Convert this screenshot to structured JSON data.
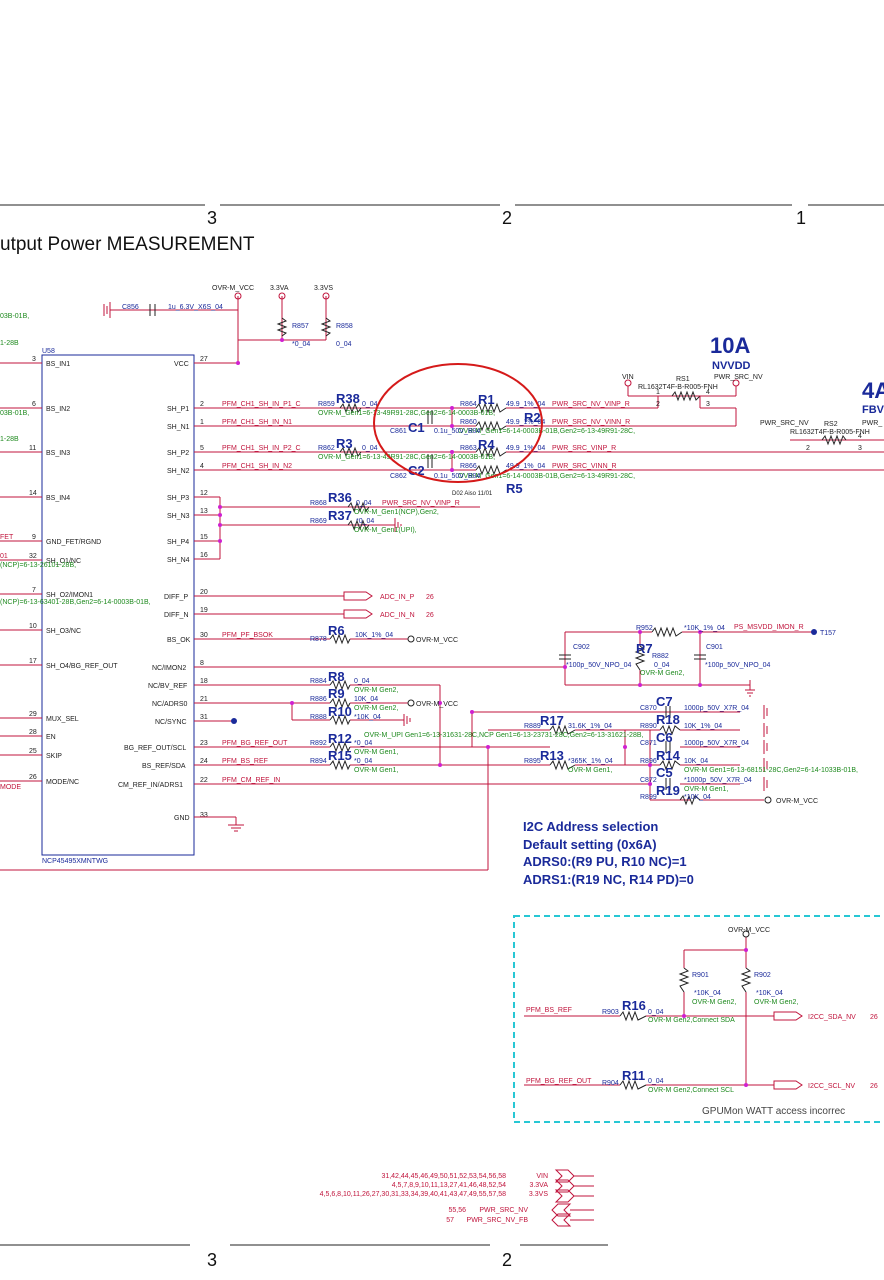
{
  "frame": {
    "zones_top": [
      "3",
      "2",
      "1"
    ],
    "zones_bottom": [
      "3",
      "2"
    ],
    "title": "utput Power MEASUREMENT"
  },
  "ic": {
    "refdes": "U58",
    "part": "NCP45495XMNTWG",
    "left_pins": [
      {
        "num": "3",
        "name": "BS_IN1"
      },
      {
        "num": "6",
        "name": "BS_IN2"
      },
      {
        "num": "11",
        "name": "BS_IN3"
      },
      {
        "num": "14",
        "name": "BS_IN4"
      },
      {
        "num": "9",
        "name": "GND_FET/RGND"
      },
      {
        "num": "32",
        "name": "SH_O1/NC"
      },
      {
        "num": "7",
        "name": "SH_O2/IMON1"
      },
      {
        "num": "10",
        "name": "SH_O3/NC"
      },
      {
        "num": "17",
        "name": "SH_O4/BG_REF_OUT"
      },
      {
        "num": "29",
        "name": "MUX_SEL"
      },
      {
        "num": "28",
        "name": "EN"
      },
      {
        "num": "25",
        "name": "SKIP"
      },
      {
        "num": "26",
        "name": "MODE/NC"
      }
    ],
    "right_pins": [
      {
        "num": "27",
        "name": "VCC"
      },
      {
        "num": "2",
        "name": "SH_P1"
      },
      {
        "num": "1",
        "name": "SH_N1"
      },
      {
        "num": "5",
        "name": "SH_P2"
      },
      {
        "num": "4",
        "name": "SH_N2"
      },
      {
        "num": "12",
        "name": "SH_P3"
      },
      {
        "num": "13",
        "name": "SH_N3"
      },
      {
        "num": "15",
        "name": "SH_P4"
      },
      {
        "num": "16",
        "name": "SH_N4"
      },
      {
        "num": "20",
        "name": "DIFF_P"
      },
      {
        "num": "19",
        "name": "DIFF_N"
      },
      {
        "num": "30",
        "name": "BS_OK"
      },
      {
        "num": "8",
        "name": "NC/IMON2"
      },
      {
        "num": "18",
        "name": "NC/BV_REF"
      },
      {
        "num": "21",
        "name": "NC/ADRS0"
      },
      {
        "num": "31",
        "name": "NC/SYNC"
      },
      {
        "num": "23",
        "name": "BG_REF_OUT/SCL"
      },
      {
        "num": "24",
        "name": "BS_REF/SDA"
      },
      {
        "num": "22",
        "name": "CM_REF_IN/ADRS1"
      },
      {
        "num": "33",
        "name": "GND"
      }
    ]
  },
  "left_fragments": [
    "03B-01B,",
    "1-28B",
    "03B-01B,",
    "1-28B",
    "FET",
    "01",
    "(NCP)=6-13-26101-28B,",
    "(NCP)=6-13-63401-28B,Gen2=6-14-0003B-01B,",
    "MODE"
  ],
  "top_parts": {
    "c856": "C856",
    "c856_val": "1u_6.3V_X6S_04",
    "rail_ovr": "OVR-M_VCC",
    "rail_3va": "3.3VA",
    "rail_3vs": "3.3VS",
    "r857": "R857",
    "r857_val": "*0_04",
    "r858": "R858",
    "r858_val": "0_04"
  },
  "current_labels": {
    "big1": "10A",
    "big1_net": "NVVDD",
    "big2": "4A",
    "big2_net": "FBV"
  },
  "sense": {
    "vin": "VIN",
    "rs1": "RS1",
    "rs1_part": "RL1632T4F-B-R005-FNH",
    "pwr_src_nv": "PWR_SRC_NV",
    "rs2": "RS2",
    "rs2_part": "RL1632T4F-B-R005-FNH",
    "pwr_trunc": "PWR_",
    "pin1": "1",
    "pin2": "2",
    "pin3": "3",
    "pin4": "4"
  },
  "nets": {
    "ch1_p": "PFM_CH1_SH_IN_P1_C",
    "ch1_n": "PFM_CH1_SH_IN_N1",
    "ch2_p": "PFM_CH1_SH_IN_P2_C",
    "ch2_n": "PFM_CH1_SH_IN_N2",
    "vinp": "PWR_SRC_NV_VINP_R",
    "vinn": "PWR_SRC_NV_VINN_R",
    "vinp2": "PWR_SRC_VINP_R",
    "vinn2": "PWR_SRC_VINN_R",
    "vinp3": "PWR_SRC_NV_VINP_R",
    "pf_bsok": "PFM_PF_BSOK",
    "bg_ref_out": "PFM_BG_REF_OUT",
    "bs_ref": "PFM_BS_REF",
    "cm_ref_in": "PFM_CM_REF_IN",
    "adc_p": "ADC_IN_P",
    "adc_n": "ADC_IN_N",
    "adc_ref": "26",
    "ovr_vcc": "OVR-M_VCC",
    "ps_msvdd": "PS_MSVDD_IMON_R",
    "t157": "T157"
  },
  "resistors": {
    "r38": "R38",
    "r859": "R859",
    "r859_val": "0_04",
    "r38_note": "OVR-M_Gen1=6-13-49R91-28C,Gen2=6-14-0003B-01B,",
    "r1": "R1",
    "r864": "R864",
    "r864_val": "49.9_1%_04",
    "r2": "R2",
    "r860": "R860",
    "r860_val": "49.9_1%_04",
    "r2_note": "OVR-M_Gen1=6-14-0003B-01B,Gen2=6-13-49R91-28C,",
    "c1": "C1",
    "c861": "C861",
    "c861_val": "0.1u_50V_B04",
    "r3": "R3",
    "r862": "R862",
    "r862_val": "0_04",
    "r3_note": "OVR-M_Gen1=6-13-49R91-28C,Gen2=6-14-0003B-01B,",
    "r4": "R4",
    "r863": "R863",
    "r863_val": "49.9_1%_04",
    "c2": "C2",
    "c862": "C862",
    "c862_val": "0.1u_50V_B04",
    "r866": "R866",
    "r866_val": "49.9_1%_04",
    "r5_note": "OVR-M_Gen1=6-14-0003B-01B,Gen2=6-13-49R91-28C,",
    "r5": "R5",
    "d02": "D02 Aiso 11/01",
    "r36": "R36",
    "r868": "R868",
    "r868_val": "0_04",
    "r37": "R37",
    "r869": "R869",
    "r869_val": "*0_04",
    "r36_note": "OVR-M_Gen1(NCP),Gen2,",
    "r37_note": "OVR-M_Gen1(UPI),",
    "r6": "R6",
    "r878": "R878",
    "r878_val": "10K_1%_04",
    "r8": "R8",
    "r884": "R884",
    "r884_val": "0_04",
    "r8_note": "OVR-M Gen2,",
    "r9": "R9",
    "r886": "R886",
    "r886_val": "10K_04",
    "r9_note": "OVR-M Gen2,",
    "r10": "R10",
    "r888": "R888",
    "r888_val": "*10K_04",
    "r12": "R12",
    "r892": "R892",
    "r892_val": "*0_04",
    "r12_note": "OVR-M Gen1,",
    "r15": "R15",
    "r894": "R894",
    "r894_val": "*0_04",
    "r15_note": "OVR-M Gen1,",
    "upi_note": "OVR-M_UPI Gen1=6-13-31631-28C,NCP Gen1=6-13-23731-28C,Gen2=6-13-31621-28B,",
    "r17": "R17",
    "r889": "R889",
    "r889_val": "31.6K_1%_04",
    "r13": "R13",
    "r895": "R895",
    "r895_val": "*365K_1%_04",
    "r13_note": "OVR-M Gen1,",
    "r18": "R18",
    "r890": "R890",
    "r890_val": "10K_1%_04",
    "r14": "R14",
    "r896": "R896",
    "r896_val": "10K_04",
    "r14_note": "OVR-M Gen1=6-13-68151-28C,Gen2=6-14-1033B-01B,",
    "r19": "R19",
    "r899": "R899",
    "r899_val": "*10K_04",
    "r19_note": "OVR-M Gen1,",
    "c7": "C7",
    "c870": "C870",
    "c870_val": "1000p_50V_X7R_04",
    "c6": "C6",
    "c871": "C871",
    "c871_val": "1000p_50V_X7R_04",
    "c5": "C5",
    "c872": "C872",
    "c872_val": "*1000p_50V_X7R_04",
    "r952": "R952",
    "r952_val": "*10K_1%_04",
    "r7": "R7",
    "r882": "R882",
    "r882_val": "0_04",
    "r7_note": "OVR-M Gen2,",
    "c902": "C902",
    "c902_val": "*100p_50V_NPO_04",
    "c901": "C901",
    "c901_val": "*100p_50V_NPO_04"
  },
  "i2c_note": {
    "line1": "I2C Address selection",
    "line2": "Default setting (0x6A)",
    "line3": "ADRS0:(R9 PU, R10 NC)=1",
    "line4": "ADRS1:(R19 NC, R14 PD)=0"
  },
  "i2c_box": {
    "rail": "OVR-M_VCC",
    "r901": "R901",
    "r901_val": "*10K_04",
    "r901_note": "OVR-M Gen2,",
    "r902": "R902",
    "r902_val": "*10K_04",
    "r902_note": "OVR-M Gen2,",
    "r16": "R16",
    "r903": "R903",
    "r903_val": "0_04",
    "r16_note": "OVR-M Gen2,Connect SDA",
    "r11": "R11",
    "r904": "R904",
    "r904_val": "0_04",
    "r11_note": "OVR-M Gen2,Connect SCL",
    "bs_ref": "PFM_BS_REF",
    "bg_ref_out": "PFM_BG_REF_OUT",
    "sda": "I2CC_SDA_NV",
    "scl": "I2CC_SCL_NV",
    "ref": "26",
    "footer": "GPUMon WATT access incorrec"
  },
  "offpage": {
    "vin_refs": "31,42,44,45,46,49,50,51,52,53,54,56,58",
    "vin": "VIN",
    "va_refs": "4,5,7,8,9,10,11,13,27,41,46,48,52,54",
    "va": "3.3VA",
    "vs_refs": "4,5,6,8,10,11,26,27,30,31,33,34,39,40,41,43,47,49,55,57,58",
    "vs": "3.3VS",
    "nv_refs": "55,56",
    "nv": "PWR_SRC_NV",
    "fb_refs": "57",
    "fb": "PWR_SRC_NV_FB"
  }
}
